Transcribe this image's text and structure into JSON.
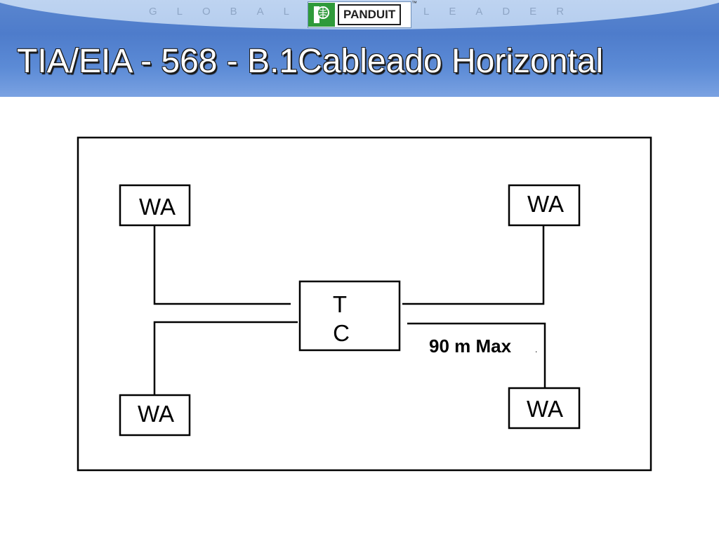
{
  "header": {
    "tagline_left": "GLOBAL",
    "tagline_right": "LEADER",
    "logo_text": "PANDUIT",
    "trademark": "™",
    "colors": {
      "banner": "#4e7ccb",
      "banner_light": "#cfe0f6",
      "logo_green": "#2f9a3a"
    }
  },
  "title": "TIA/EIA - 568 - B.1Cableado Horizontal",
  "diagram": {
    "work_areas": [
      {
        "id": "top-left",
        "label": "WA"
      },
      {
        "id": "top-right",
        "label": "WA"
      },
      {
        "id": "bottom-left",
        "label": "WA"
      },
      {
        "id": "bottom-right",
        "label": "WA"
      }
    ],
    "closet": {
      "line1": "T",
      "line2": "C"
    },
    "distance_label": "90 m Max",
    "distance_suffix": "."
  }
}
